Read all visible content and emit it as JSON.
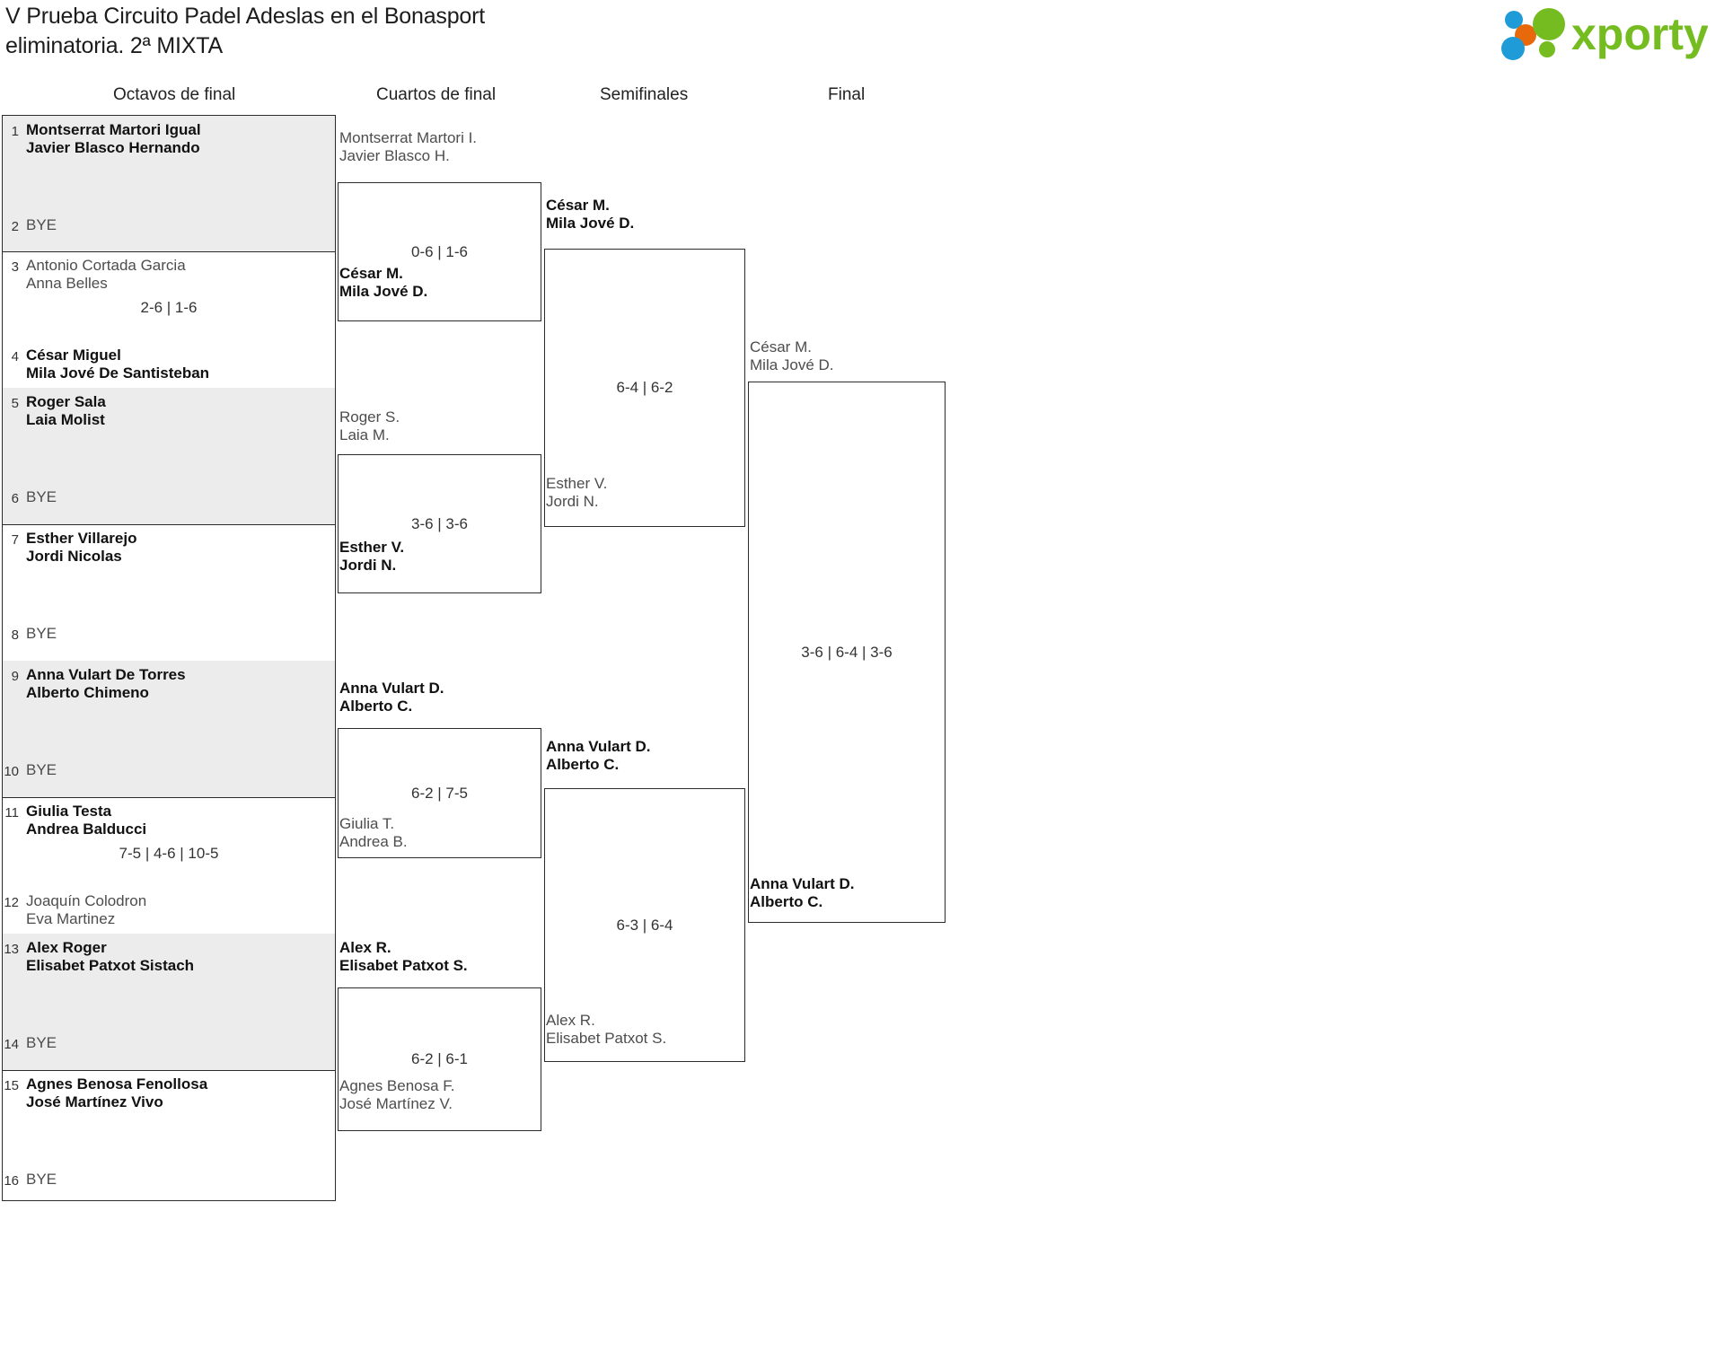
{
  "header": {
    "title_line1": "V Prueba Circuito Padel Adeslas en el Bonasport",
    "title_line2": "eliminatoria. 2ª MIXTA",
    "logo_text": "xporty",
    "logo_colors": {
      "green": "#74bc1f",
      "orange": "#e8690b",
      "blue": "#1f9bd7"
    }
  },
  "rounds": [
    {
      "key": "r16",
      "label": "Octavos de final"
    },
    {
      "key": "qf",
      "label": "Cuartos de final"
    },
    {
      "key": "sf",
      "label": "Semifinales"
    },
    {
      "key": "f",
      "label": "Final"
    }
  ],
  "bye_label": "BYE",
  "round1": {
    "matches": [
      {
        "score": "",
        "top": {
          "seed": "1",
          "p1": "Montserrat Martori Igual",
          "p2": "Javier Blasco Hernando",
          "winner": true
        },
        "bottom": {
          "seed": "2",
          "bye": true,
          "winner": false
        }
      },
      {
        "score": "2-6 | 1-6",
        "top": {
          "seed": "3",
          "p1": "Antonio Cortada Garcia",
          "p2": "Anna Belles",
          "winner": false
        },
        "bottom": {
          "seed": "4",
          "p1": "César Miguel",
          "p2": "Mila Jové De Santisteban",
          "winner": true
        }
      },
      {
        "score": "",
        "top": {
          "seed": "5",
          "p1": "Roger Sala",
          "p2": "Laia Molist",
          "winner": true
        },
        "bottom": {
          "seed": "6",
          "bye": true,
          "winner": false
        }
      },
      {
        "score": "",
        "top": {
          "seed": "7",
          "p1": "Esther Villarejo",
          "p2": "Jordi Nicolas",
          "winner": true
        },
        "bottom": {
          "seed": "8",
          "bye": true,
          "winner": false
        }
      },
      {
        "score": "",
        "top": {
          "seed": "9",
          "p1": "Anna Vulart De Torres",
          "p2": "Alberto Chimeno",
          "winner": true
        },
        "bottom": {
          "seed": "10",
          "bye": true,
          "winner": false
        }
      },
      {
        "score": "7-5 | 4-6 | 10-5",
        "top": {
          "seed": "11",
          "p1": "Giulia Testa",
          "p2": "Andrea Balducci",
          "winner": true
        },
        "bottom": {
          "seed": "12",
          "p1": "Joaquín Colodron",
          "p2": "Eva Martinez",
          "winner": false
        }
      },
      {
        "score": "",
        "top": {
          "seed": "13",
          "p1": "Alex Roger",
          "p2": "Elisabet Patxot Sistach",
          "winner": true
        },
        "bottom": {
          "seed": "14",
          "bye": true,
          "winner": false
        }
      },
      {
        "score": "",
        "top": {
          "seed": "15",
          "p1": "Agnes Benosa Fenollosa",
          "p2": "José Martínez Vivo",
          "winner": true
        },
        "bottom": {
          "seed": "16",
          "bye": true,
          "winner": false
        }
      }
    ]
  },
  "round2": {
    "matches": [
      {
        "score": "0-6 | 1-6",
        "top": {
          "p1": "Montserrat Martori I.",
          "p2": "Javier Blasco H.",
          "winner": false
        },
        "bottom": {
          "p1": "César M.",
          "p2": "Mila Jové D.",
          "winner": true
        }
      },
      {
        "score": "3-6 | 3-6",
        "top": {
          "p1": "Roger S.",
          "p2": "Laia M.",
          "winner": false
        },
        "bottom": {
          "p1": "Esther V.",
          "p2": "Jordi N.",
          "winner": true
        }
      },
      {
        "score": "6-2 | 7-5",
        "top": {
          "p1": "Anna Vulart D.",
          "p2": "Alberto C.",
          "winner": true
        },
        "bottom": {
          "p1": "Giulia T.",
          "p2": "Andrea B.",
          "winner": false
        }
      },
      {
        "score": "6-2 | 6-1",
        "top": {
          "p1": "Alex R.",
          "p2": "Elisabet Patxot S.",
          "winner": true
        },
        "bottom": {
          "p1": "Agnes Benosa F.",
          "p2": "José Martínez V.",
          "winner": false
        }
      }
    ]
  },
  "round3": {
    "matches": [
      {
        "score": "6-4 | 6-2",
        "top": {
          "p1": "César M.",
          "p2": "Mila Jové D.",
          "winner": true
        },
        "bottom": {
          "p1": "Esther V.",
          "p2": "Jordi N.",
          "winner": false
        }
      },
      {
        "score": "6-3 | 6-4",
        "top": {
          "p1": "Anna Vulart D.",
          "p2": "Alberto C.",
          "winner": true
        },
        "bottom": {
          "p1": "Alex R.",
          "p2": "Elisabet Patxot S.",
          "winner": false
        }
      }
    ]
  },
  "round4": {
    "matches": [
      {
        "score": "3-6 | 6-4 | 3-6",
        "top": {
          "p1": "César M.",
          "p2": "Mila Jové D.",
          "winner": false
        },
        "bottom": {
          "p1": "Anna Vulart D.",
          "p2": "Alberto C.",
          "winner": true
        }
      }
    ]
  }
}
